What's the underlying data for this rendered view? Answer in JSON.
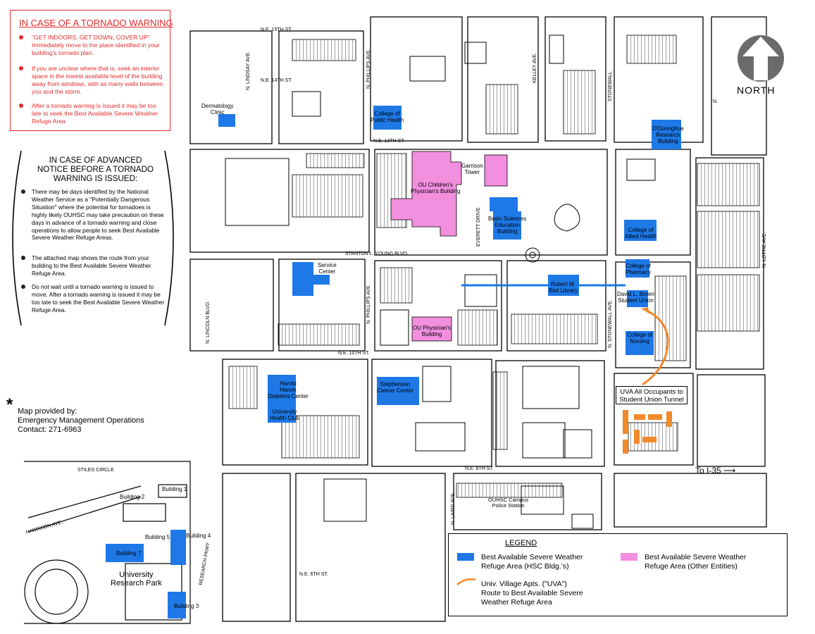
{
  "warning": {
    "title": "IN CASE OF A TORNADO WARNING",
    "items": [
      "\"GET INDOORS, GET DOWN, COVER UP\" Immediately move to the place identified in your building's tornado plan.",
      "If you are unclear where that is, seek an interior space in the lowest available level of the building away from windows, with as many walls between you and the storm.",
      "After a tornado warning is issued it may be too late to seek the Best Available Severe Weather Refuge Area"
    ]
  },
  "advanced": {
    "title_lines": [
      "IN CASE OF ADVANCED",
      "NOTICE BEFORE A TORNADO",
      "WARNING IS ISSUED:"
    ],
    "items": [
      "There may be days identified by the National Weather Service as a \"Potentially Dangerous Situation\" where the potential for tornadoes is highly likely OUHSC may take precaution on these days in advance of a tornado warning and close operations to allow people to seek Best Available Severe Weather Refuge Areas.",
      "The attached map shows the route from your building to the Best Available Severe Weather Refuge Area.",
      "Do not wait until a tornado warning is issued to move.  After a tornado warning is issued it may be too late to seek the Best Available Severe Weather Refuge Area."
    ]
  },
  "credit": {
    "star": "*",
    "lines": [
      "Map provided by:",
      "Emergency Management Operations",
      "Contact: 271-6963"
    ]
  },
  "north": {
    "label": "NORTH"
  },
  "legend": {
    "title": "LEGEND",
    "blue_label": [
      "Best Available Severe Weather",
      "Refuge Area (HSC Bldg.'s)"
    ],
    "pink_label": [
      "Best Available Severe Weather",
      "Refuge Area (Other Entities)"
    ],
    "orange_label": [
      "Univ. Village Apts. (\"UVA\")",
      "Route to Best Available Severe",
      "Weather Refuge Area"
    ]
  },
  "colors": {
    "hsc_refuge": "#1e78e6",
    "other_refuge": "#f28fdf",
    "uva_route": "#f08a2a",
    "warning_red": "#e32b2b"
  },
  "map": {
    "streets": {
      "ne15": "N.E. 15TH ST.",
      "ne14": "N.E. 14TH ST.",
      "ne13": "N.E. 13TH ST.",
      "stanton": "STANTON L. YOUNG BLVD.",
      "ne10": "N.E. 10TH ST.",
      "ne8": "N.E. 8TH ST.",
      "ne6": "N.E. 6TH ST.",
      "lindsay": "N. LINDSAY AVE.",
      "lincoln": "N. LINCOLN BLVD.",
      "phillips_n": "N. PHILLIPS AVE.",
      "phillips": "N. PHILLIPS AVE.",
      "stonewall_n": "STONEWALL",
      "stonewall": "N. STONEWALL AVE.",
      "lottie": "N. LOTTIE AVE.",
      "kelley": "KELLEY AVE.",
      "everett": "EVERETT DRIVE",
      "harrison": "HARRISON AVE.",
      "research_pkwy": "RESEARCH PKWY",
      "stiles_circle": "STILES CIRCLE",
      "n_label": "N.",
      "laird": "N. LAIRD AVE."
    },
    "buildings": {
      "dermatology": [
        "Dermatology",
        "Clinic"
      ],
      "public_health": [
        "College of",
        "Public Health"
      ],
      "odonoghue": [
        "O'Donoghue",
        "Research",
        "Building"
      ],
      "garrison": [
        "Garrison",
        "Tower"
      ],
      "ou_childrens": [
        "OU Children's",
        "Physician's Building"
      ],
      "basic_sciences": [
        "Basic Sciences",
        "Education",
        "Building"
      ],
      "allied_health": [
        "College of",
        "Allied Health"
      ],
      "service_center": [
        "Service",
        "Center"
      ],
      "bird_library": [
        "Robert M.",
        "Bird Library"
      ],
      "pharmacy": [
        "College of",
        "Pharmacy"
      ],
      "student_union": [
        "David L. Boren",
        "Student Union"
      ],
      "ou_physicians": [
        "OU Physician's",
        "Building"
      ],
      "nursing": [
        "College of",
        "Nursing"
      ],
      "harold_hamm": [
        "Harold",
        "Hamm",
        "Diabetes Center"
      ],
      "univ_health_club": [
        "University",
        "Health Club"
      ],
      "stephenson": [
        "Stephenson",
        "Cancer Center"
      ],
      "police": [
        "OUHSC Campus",
        "Police Station"
      ],
      "bldg1": "Building 1",
      "bldg2": "Building 2",
      "bldg3": "Building 3",
      "bldg4": "Building 4",
      "bldg5": "Building 5",
      "bldg7": "Building 7",
      "research_park": [
        "University",
        "Research Park"
      ]
    },
    "uva_note": [
      "UVA All Occupants to",
      "Student Union Tunnel"
    ],
    "to_i35": "To I-35"
  }
}
